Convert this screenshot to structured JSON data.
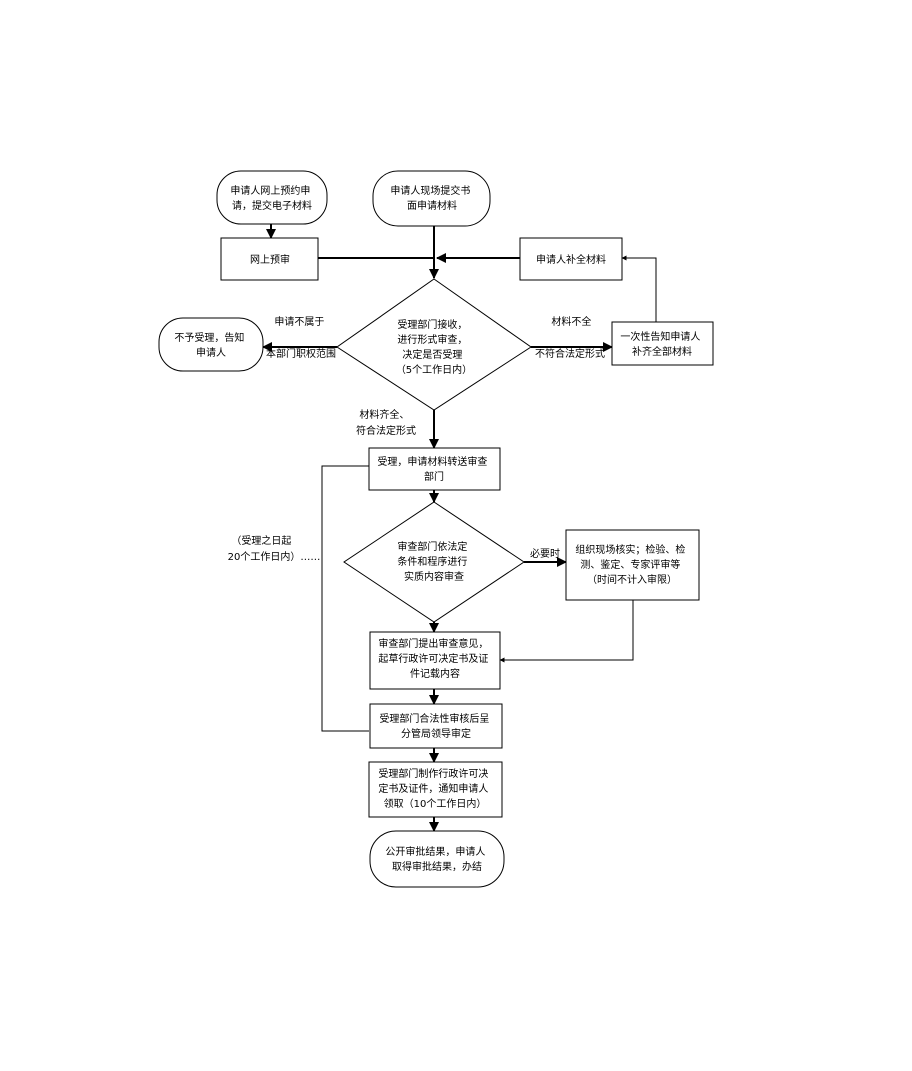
{
  "nodes": {
    "online_reserve": [
      "申请人网上预约申",
      "请，提交电子材料"
    ],
    "onsite_submit": [
      "申请人现场提交书",
      "面申请材料"
    ],
    "online_review": [
      "网上预审"
    ],
    "supplement": [
      "申请人补全材料"
    ],
    "accept_check": [
      "受理部门接收，",
      "进行形式审查，",
      "决定是否受理",
      "（5个工作日内）"
    ],
    "reject": [
      "不予受理，告知",
      "申请人"
    ],
    "notify_once": [
      "一次性告知申请人",
      "补齐全部材料"
    ],
    "accepted_transfer": [
      "受理，申请材料转送审查",
      "部门"
    ],
    "substantive_review": [
      "审查部门依法定",
      "条件和程序进行",
      "实质内容审查"
    ],
    "site_verify": [
      "组织现场核实；检验、检",
      "测、鉴定、专家评审等",
      "（时间不计入审限）"
    ],
    "review_opinion": [
      "审查部门提出审查意见，",
      "起草行政许可决定书及证",
      "件记载内容"
    ],
    "legality_check": [
      "受理部门合法性审核后呈",
      "分管局领导审定"
    ],
    "make_decision": [
      "受理部门制作行政许可决",
      "定书及证件，通知申请人",
      "领取（10个工作日内）"
    ],
    "publish_result": [
      "公开审批结果，申请人",
      "取得审批结果，办结"
    ]
  },
  "edge_labels": {
    "not_in_scope_top": "申请不属于",
    "not_in_scope_bottom": "本部门职权范围",
    "incomplete_top": "材料不全",
    "incomplete_bottom": "不符合法定形式",
    "complete_top": "材料齐全、",
    "complete_bottom": "符合法定形式",
    "when_needed": "必要时",
    "time_limit_top": "（受理之日起",
    "time_limit_bottom": "20个工作日内）……"
  }
}
